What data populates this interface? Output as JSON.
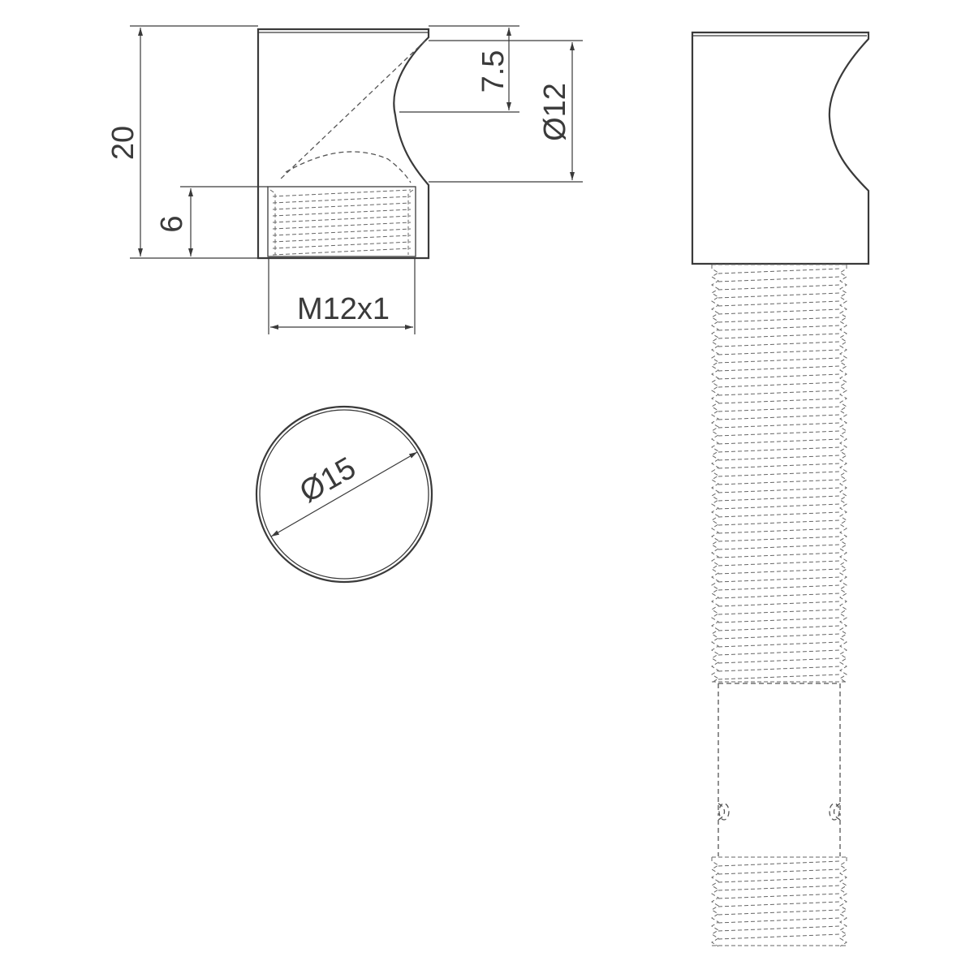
{
  "dimensions": {
    "overall_height": "20",
    "thread_depth": "6",
    "notch_depth": "7.5",
    "notch_diameter": "Ø12",
    "thread_spec": "M12x1",
    "outer_diameter": "Ø15"
  }
}
